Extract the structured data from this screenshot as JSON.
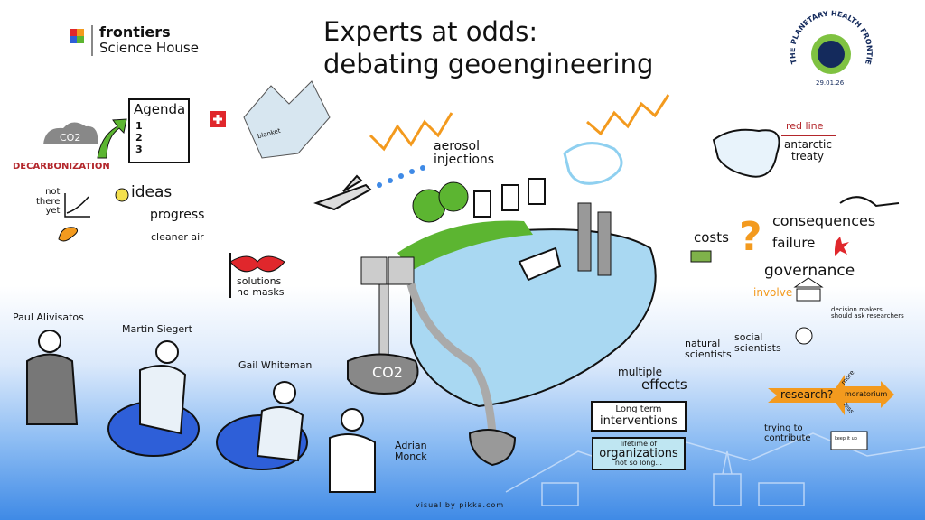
{
  "logo": {
    "brand": "frontiers",
    "subtitle": "Science House"
  },
  "title": {
    "line1": "Experts at odds:",
    "line2": "debating geoengineering"
  },
  "badge": {
    "text": "THE PLANETARY HEALTH FRONTIERS",
    "date": "29.01.26"
  },
  "left": {
    "co2": "CO2",
    "decarbonization": "DECARBONIZATION",
    "agenda": {
      "title": "Agenda",
      "items": [
        "1",
        "2",
        "3"
      ]
    },
    "blanket": "blanket",
    "not_there_yet": [
      "not",
      "there",
      "yet"
    ],
    "ideas": "ideas",
    "progress": "progress",
    "cleaner_air": "cleaner air",
    "solutions": [
      "solutions",
      "no masks"
    ]
  },
  "center": {
    "aerosol": [
      "aerosol",
      "injections"
    ],
    "co2_storage": "CO2"
  },
  "right": {
    "red_line": "red line",
    "antarctic": [
      "antarctic",
      "treaty"
    ],
    "costs": "costs",
    "consequences": "consequences",
    "failure": "failure",
    "governance": "governance",
    "involve": "involve",
    "decision_makers": [
      "decision makers",
      "should ask researchers"
    ],
    "natural_scientists": [
      "natural",
      "scientists"
    ],
    "social_scientists": [
      "social",
      "scientists"
    ],
    "multiple_effects": [
      "multiple",
      "effects"
    ],
    "long_term": [
      "Long term",
      "interventions"
    ],
    "lifetime": [
      "lifetime of",
      "organizations",
      "not so long..."
    ],
    "research": "research?",
    "more": "more",
    "less": "less",
    "moratorium": "moratorium",
    "trying": [
      "trying to",
      "contribute"
    ],
    "keep_it_up": "keep it up"
  },
  "speakers": [
    "Paul Alivisatos",
    "Martin Siegert",
    "Gail Whiteman",
    "Adrian Monck"
  ],
  "credit": "visual by pikka.com",
  "colors": {
    "red": "#b3262b",
    "orange": "#f39a1e",
    "green": "#5cb531",
    "navy": "#142a5c",
    "sky": "#a9d8f2",
    "blue": "#3f8ae6"
  }
}
